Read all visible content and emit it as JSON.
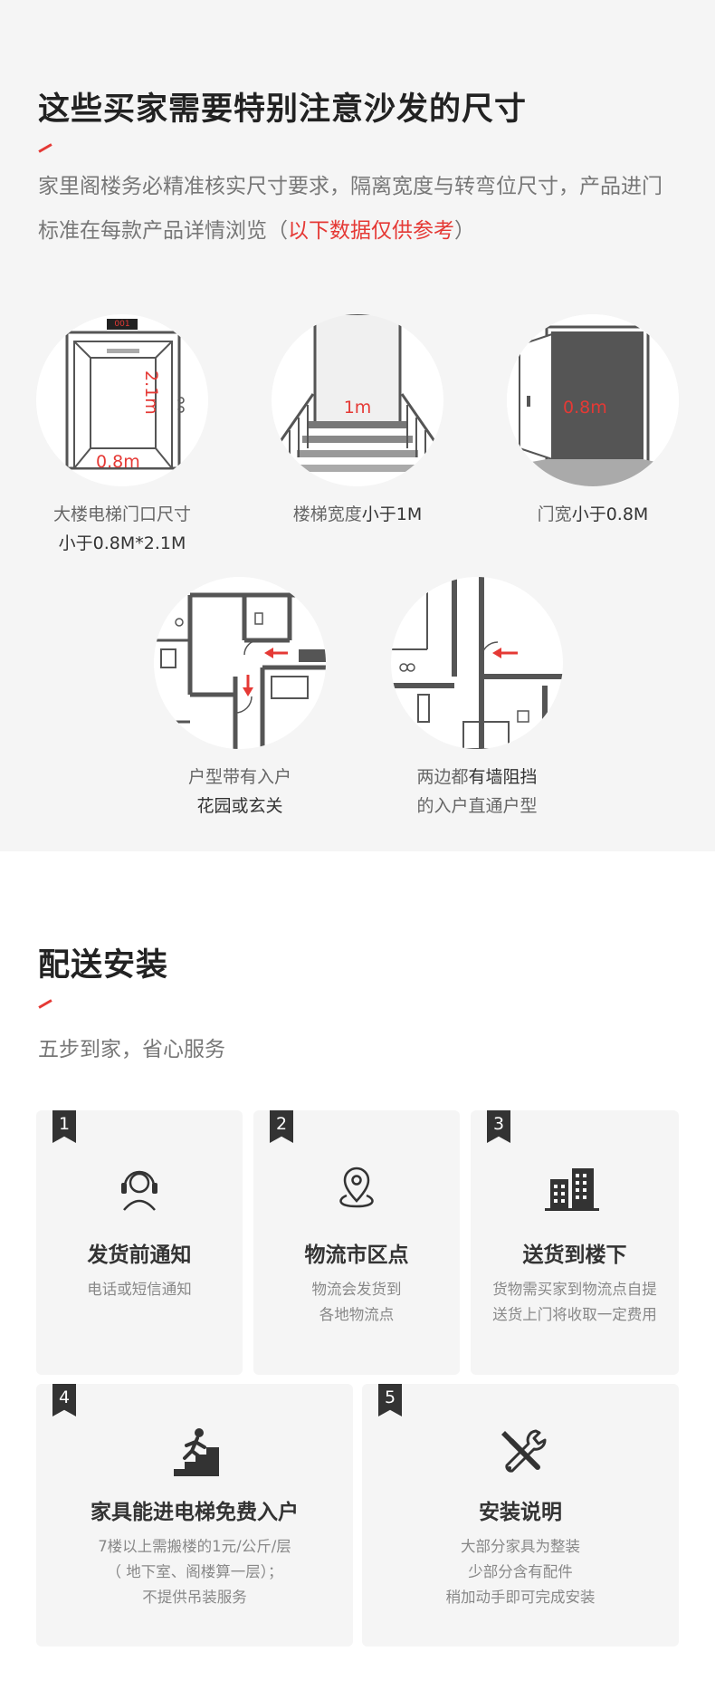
{
  "size_section": {
    "title": "这些买家需要特别注意沙发的尺寸",
    "intro_plain": "家里阁楼务必精准核实尺寸要求，隔离宽度与转弯位尺寸，产品进门标准在每款产品详情浏览（",
    "intro_red": "以下数据仅供参考",
    "intro_end": "）",
    "items": [
      {
        "caption_plain": "大楼电梯门口尺寸",
        "caption_strong": "小于0.8M*2.1M",
        "labels": [
          "001",
          "2.1m",
          "0.8m"
        ]
      },
      {
        "caption_plain": "楼梯宽度",
        "caption_strong": "小于1M",
        "labels": [
          "1m"
        ]
      },
      {
        "caption_plain": "门宽",
        "caption_strong": "小于0.8M",
        "labels": [
          "0.8m"
        ]
      },
      {
        "caption_plain": "户型带有入户",
        "caption_strong": "花园或玄关"
      },
      {
        "caption_pre": "两边都",
        "caption_strong": "有墙阻挡",
        "caption_line2": "的入户直通户型"
      }
    ]
  },
  "delivery_section": {
    "title": "配送安装",
    "subtitle": "五步到家，省心服务",
    "steps": [
      {
        "num": "1",
        "icon": "customer-service-icon",
        "title": "发货前通知",
        "desc": [
          "电话或短信通知"
        ]
      },
      {
        "num": "2",
        "icon": "location-pin-icon",
        "title": "物流市区点",
        "desc": [
          "物流会发货到",
          "各地物流点"
        ]
      },
      {
        "num": "3",
        "icon": "buildings-icon",
        "title": "送货到楼下",
        "desc": [
          "货物需买家到物流点自提",
          "送货上门将收取一定费用"
        ]
      },
      {
        "num": "4",
        "icon": "stairs-climber-icon",
        "title": "家具能进电梯免费入户",
        "desc": [
          "7楼以上需搬楼的1元/公斤/层",
          "（ 地下室、阁楼算一层）；",
          "不提供吊装服务"
        ]
      },
      {
        "num": "5",
        "icon": "tools-icon",
        "title": "安装说明",
        "desc": [
          "大部分家具为整装",
          "少部分含有配件",
          "稍加动手即可完成安装"
        ]
      }
    ]
  },
  "colors": {
    "accent": "#e53935",
    "dark": "#333333",
    "panel": "#f5f5f5"
  }
}
